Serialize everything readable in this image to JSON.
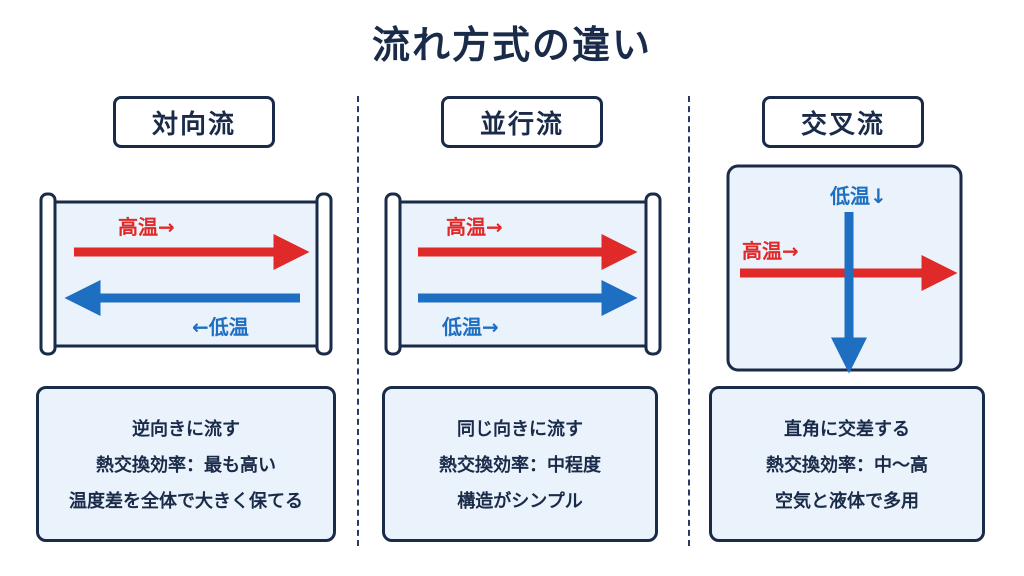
{
  "title": "流れ方式の違い",
  "colors": {
    "hot": "#e02a2a",
    "cold": "#1e6fc2",
    "navy": "#1a2b4a",
    "panel": "#eaf2fb"
  },
  "columns": [
    {
      "name": "対向流",
      "hot_label": "高温→",
      "cold_label": "←低温",
      "lines": [
        "逆向きに流す",
        "熱交換効率：最も高い",
        "温度差を全体で大きく保てる"
      ]
    },
    {
      "name": "並行流",
      "hot_label": "高温→",
      "cold_label": "低温→",
      "lines": [
        "同じ向きに流す",
        "熱交換効率：中程度",
        "構造がシンプル"
      ]
    },
    {
      "name": "交叉流",
      "hot_label": "高温→",
      "cold_label": "低温↓",
      "lines": [
        "直角に交差する",
        "熱交換効率：中〜高",
        "空気と液体で多用"
      ]
    }
  ]
}
